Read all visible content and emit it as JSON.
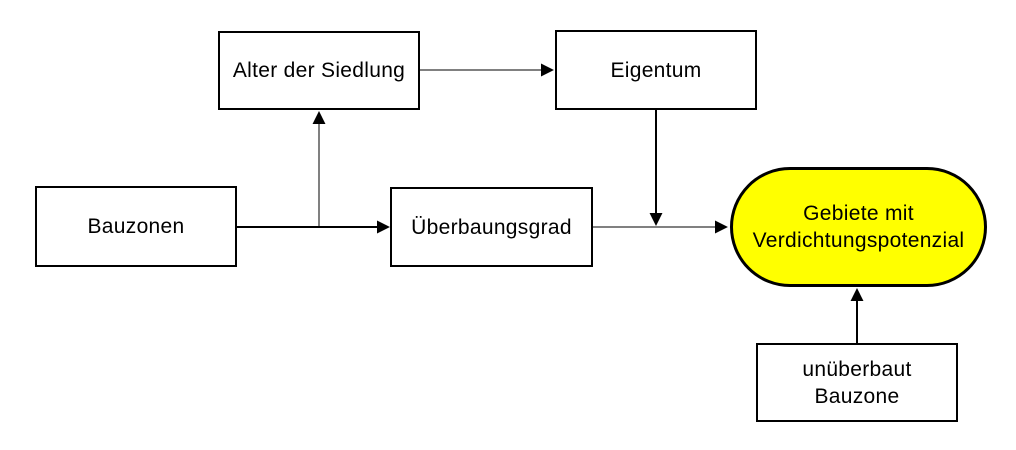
{
  "colors": {
    "background": "#ffffff",
    "node_border": "#000000",
    "highlight_fill": "#ffff00",
    "arrow": "#000000",
    "text": "#000000"
  },
  "diagram": {
    "nodes": {
      "bauzonen": {
        "label": "Bauzonen"
      },
      "alter_der_siedlung": {
        "label": "Alter der Siedlung"
      },
      "eigentum": {
        "label": "Eigentum"
      },
      "ueberbaungsgrad": {
        "label": "Überbaungsgrad"
      },
      "gebiete": {
        "line1": "Gebiete mit",
        "line2": "Verdichtungspotenzial",
        "fill": "#ffff00",
        "shape": "stadium"
      },
      "unueberbaut_bauzone": {
        "line1": "unüberbaut",
        "line2": "Bauzone"
      }
    },
    "edges": [
      {
        "from": "Bauzonen",
        "to": "Überbaungsgrad"
      },
      {
        "from": "Bauzonen–Überbaungsgrad Linie",
        "to": "Alter der Siedlung"
      },
      {
        "from": "Alter der Siedlung",
        "to": "Eigentum"
      },
      {
        "from": "Eigentum",
        "to": "Überbaungsgrad–Gebiete Linie"
      },
      {
        "from": "Überbaungsgrad",
        "to": "Gebiete mit Verdichtungspotenzial"
      },
      {
        "from": "unüberbaut Bauzone",
        "to": "Gebiete mit Verdichtungspotenzial"
      }
    ]
  }
}
